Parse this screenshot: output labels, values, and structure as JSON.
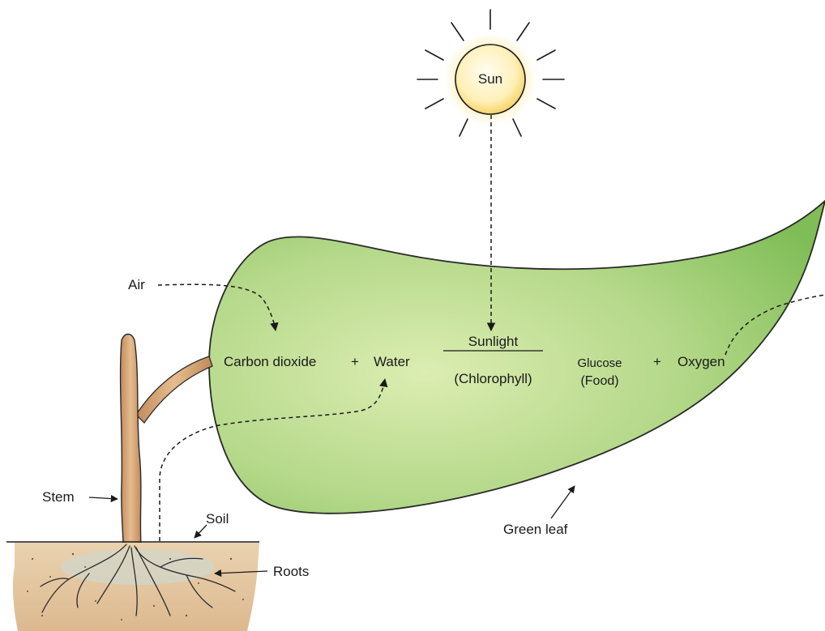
{
  "labels": {
    "sun": "Sun",
    "air": "Air",
    "stem": "Stem",
    "soil": "Soil",
    "roots": "Roots",
    "green_leaf": "Green leaf"
  },
  "equation": {
    "reactant_1": "Carbon dioxide",
    "plus_1": "+",
    "reactant_2": "Water",
    "condition_top": "Sunlight",
    "condition_bottom": "(Chlorophyll)",
    "product_1": "Glucose",
    "product_1_note": "(Food)",
    "plus_2": "+",
    "product_2": "Oxygen"
  },
  "colors": {
    "leaf_light": "#d9ebae",
    "leaf_dark": "#86c25d",
    "sun_core": "#fff2c2",
    "sun_glow": "#fbe48a",
    "stem": "#d9a877",
    "soil": "#e6c9a3"
  }
}
